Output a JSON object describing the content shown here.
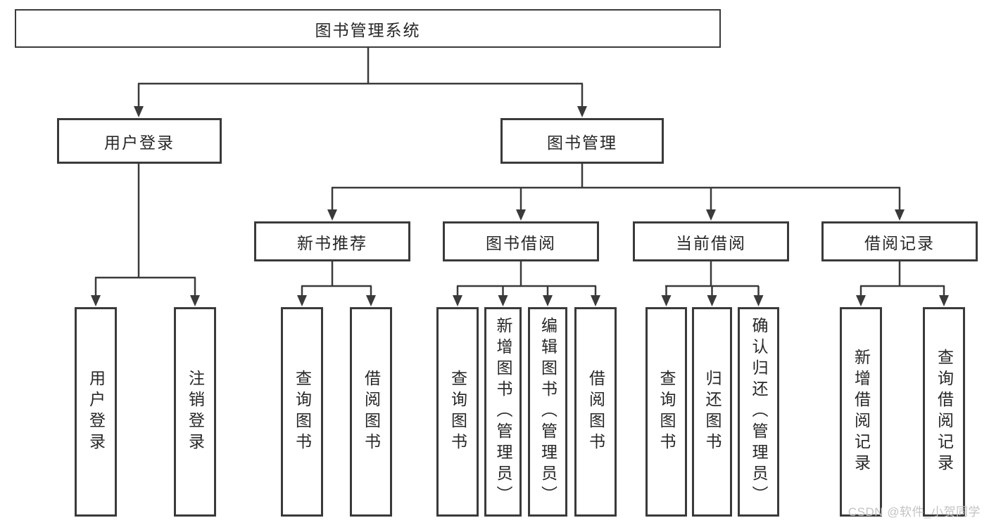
{
  "tree": {
    "label": "图书管理系统",
    "children": [
      {
        "label": "用户登录",
        "children": [
          {
            "label": "用户登录"
          },
          {
            "label": "注销登录"
          }
        ]
      },
      {
        "label": "图书管理",
        "children": [
          {
            "label": "新书推荐",
            "children": [
              {
                "label": "查询图书"
              },
              {
                "label": "借阅图书"
              }
            ]
          },
          {
            "label": "图书借阅",
            "children": [
              {
                "label": "查询图书"
              },
              {
                "label": "新增图书（管理员）"
              },
              {
                "label": "编辑图书（管理员）"
              },
              {
                "label": "借阅图书"
              }
            ]
          },
          {
            "label": "当前借阅",
            "children": [
              {
                "label": "查询图书"
              },
              {
                "label": "归还图书"
              },
              {
                "label": "确认归还（管理员）"
              }
            ]
          },
          {
            "label": "借阅记录",
            "children": [
              {
                "label": "新增借阅记录"
              },
              {
                "label": "查询借阅记录"
              }
            ]
          }
        ]
      }
    ]
  },
  "watermark": "CSDN @软件_小贺同学",
  "colors": {
    "line": "#3a3a3a",
    "text": "#272727",
    "watermark": "#c3c3c3",
    "background": "#ffffff"
  }
}
